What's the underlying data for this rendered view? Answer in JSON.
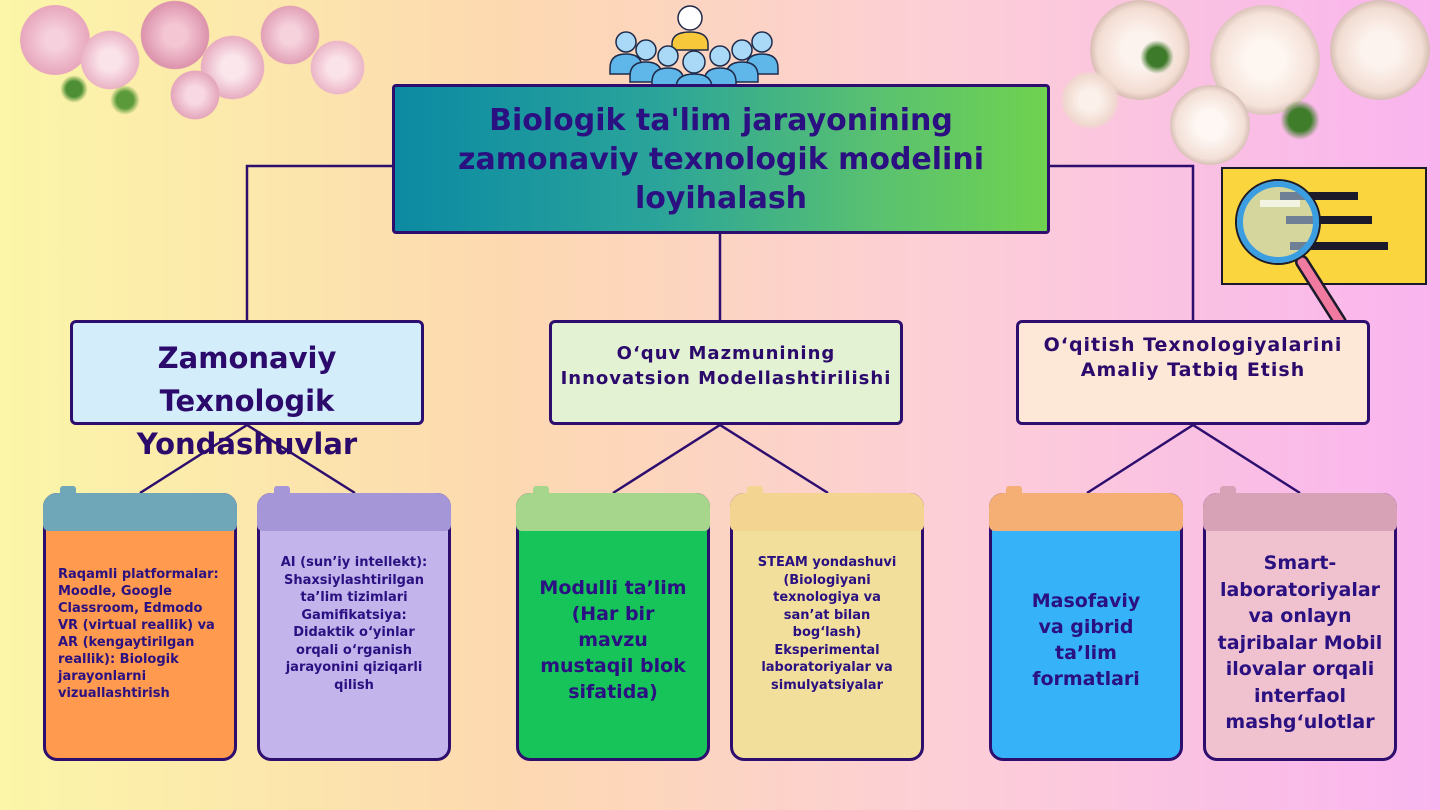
{
  "title": "Biologik ta'lim jarayonining zamonaviy texnologik modelini loyihalash",
  "categories": [
    {
      "lines": [
        "Zamonaviy",
        "Texnologik",
        "Yondashuvlar"
      ]
    },
    {
      "lines": [
        "O‘quv Mazmunining",
        "Innovatsion Modellashtirilishi"
      ]
    },
    {
      "lines": [
        "O‘qitish Texnologiyalarini",
        "Amaliy Tatbiq Etish"
      ]
    }
  ],
  "cards": [
    {
      "text": "Raqamli platformalar: Moodle, Google Classroom, Edmodo VR (virtual reallik) va AR (kengaytirilgan reallik): Biologik jarayonlarni vizuallashtirish",
      "color": "#ff9a4e",
      "tab": "#6fa6b8"
    },
    {
      "text": "AI (sun’iy intellekt): Shaxsiylashtirilgan ta’lim tizimlari Gamifikatsiya: Didaktik o‘yinlar orqali o‘rganish jarayonini qiziqarli qilish",
      "color": "#c3b4ec",
      "tab": "#a596d8"
    },
    {
      "text": "Modulli ta’lim (Har bir mavzu mustaqil blok sifatida)",
      "color": "#17c45a",
      "tab": "#a5d68b"
    },
    {
      "text": "STEAM yondashuvi (Biologiyani texnologiya va san’at bilan bog‘lash) Eksperimental laboratoriyalar va simulyatsiyalar",
      "color": "#f2df9c",
      "tab": "#f3d490"
    },
    {
      "text": "Masofaviy va gibrid ta’lim formatlari",
      "color": "#36b2f8",
      "tab": "#f5ae74"
    },
    {
      "text": "Smart-laboratoriyalar va onlayn tajribalar Mobil ilovalar orqali interfaol mashg‘ulotlar",
      "color": "#f0c2cf",
      "tab": "#d7a2b6"
    }
  ]
}
